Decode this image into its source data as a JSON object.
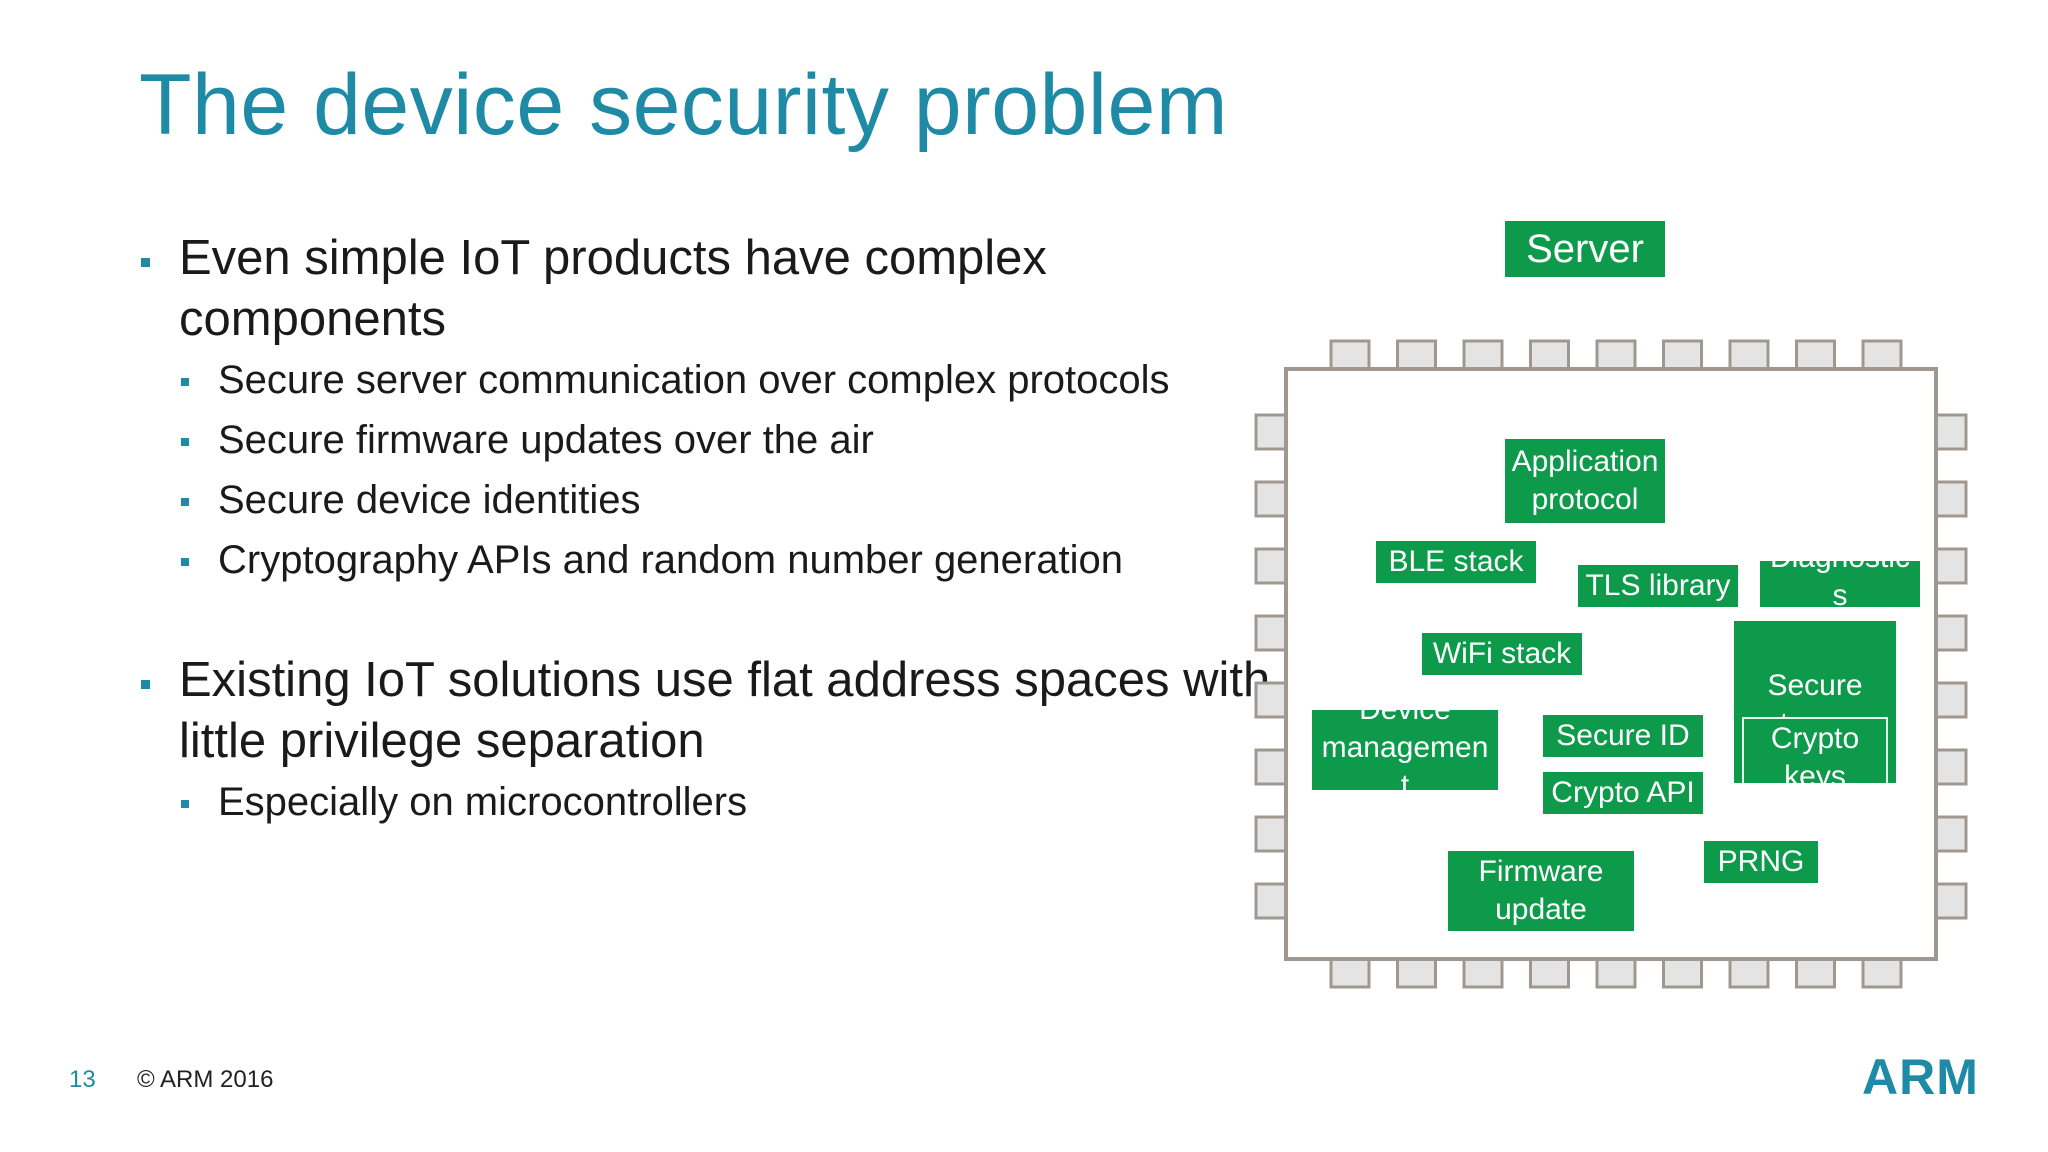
{
  "slide": {
    "title": "The device security problem",
    "bullets": [
      {
        "text": "Even simple IoT products have complex components",
        "sub": [
          "Secure server communication over complex protocols",
          "Secure firmware updates over the air",
          "Secure device identities",
          "Cryptography APIs and random number generation"
        ]
      },
      {
        "text": "Existing IoT solutions use flat address spaces with little privilege separation",
        "sub": [
          "Especially on microcontrollers"
        ]
      }
    ]
  },
  "diagram": {
    "server_label": "Server",
    "components": {
      "application_protocol": "Application\nprotocol",
      "ble_stack": "BLE stack",
      "tls_library": "TLS library",
      "diagnostics": "Diagnostic\ns",
      "wifi_stack": "WiFi stack",
      "secure_storage": "Secure\nstorage",
      "crypto_keys": "Crypto\nkeys",
      "device_management": "Device\nmanagemen\nt",
      "secure_id": "Secure ID",
      "crypto_api": "Crypto API",
      "firmware_update": "Firmware\nupdate",
      "prng": "PRNG"
    },
    "colors": {
      "component_fill": "#0d9a4a",
      "chip_outline": "#a09890",
      "pin_fill": "#e4e4e4"
    }
  },
  "footer": {
    "page_number": "13",
    "copyright": "© ARM 2016",
    "logo": "ARM"
  },
  "colors": {
    "accent": "#1e8aa6",
    "text": "#1a1a1a"
  }
}
